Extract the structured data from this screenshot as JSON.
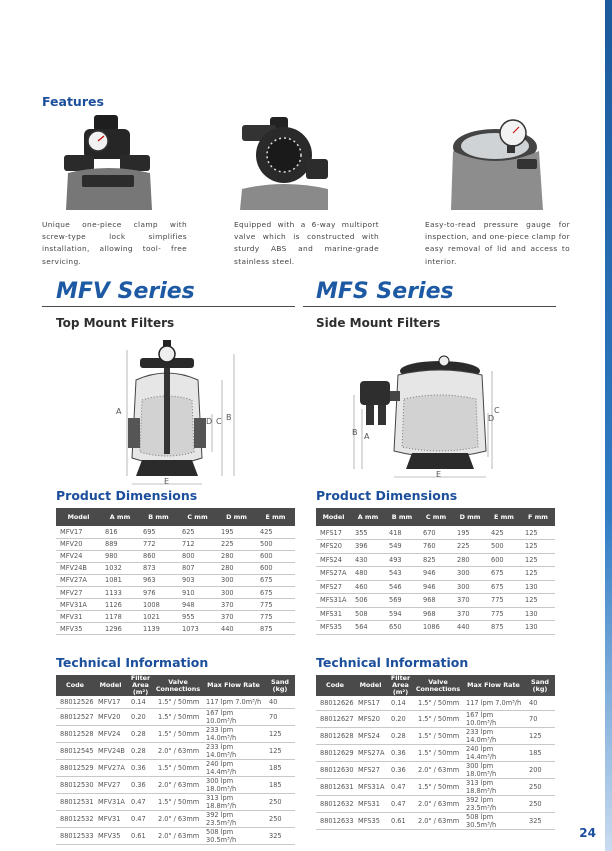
{
  "features": {
    "heading": "Features",
    "items": [
      {
        "text": "Unique one-piece clamp with screw-type lock simplifies installation, allowing tool- free servicing."
      },
      {
        "text": "Equipped with a 6-way multiport valve which is constructed with sturdy ABS and marine-grade stainless steel."
      },
      {
        "text": "Easy-to-read pressure gauge for inspection, and one-piece clamp for easy removal of lid and access to interior."
      }
    ]
  },
  "mfv": {
    "title": "MFV Series",
    "subtitle": "Top Mount Filters",
    "diagram_labels": {
      "a": "A",
      "b": "B",
      "c": "C",
      "d": "D",
      "e": "E"
    },
    "dimensions": {
      "heading": "Product Dimensions",
      "columns": [
        "Model",
        "A mm",
        "B mm",
        "C mm",
        "D mm",
        "E mm"
      ],
      "rows": [
        [
          "MFV17",
          "816",
          "695",
          "625",
          "195",
          "425"
        ],
        [
          "MFV20",
          "889",
          "772",
          "712",
          "225",
          "500"
        ],
        [
          "MFV24",
          "980",
          "860",
          "800",
          "280",
          "600"
        ],
        [
          "MFV24B",
          "1032",
          "873",
          "807",
          "280",
          "600"
        ],
        [
          "MFV27A",
          "1081",
          "963",
          "903",
          "300",
          "675"
        ],
        [
          "MFV27",
          "1133",
          "976",
          "910",
          "300",
          "675"
        ],
        [
          "MFV31A",
          "1126",
          "1008",
          "948",
          "370",
          "775"
        ],
        [
          "MFV31",
          "1178",
          "1021",
          "955",
          "370",
          "775"
        ],
        [
          "MFV35",
          "1296",
          "1139",
          "1073",
          "440",
          "875"
        ]
      ]
    },
    "technical": {
      "heading": "Technical Information",
      "columns": [
        "Code",
        "Model",
        "Filter Area (m²)",
        "Valve Connections",
        "Max Flow Rate",
        "Sand (kg)"
      ],
      "rows": [
        [
          "88012526",
          "MFV17",
          "0.14",
          "1.5\" / 50mm",
          "117 lpm  7.0m³/h",
          "40"
        ],
        [
          "88012527",
          "MFV20",
          "0.20",
          "1.5\" / 50mm",
          "167 lpm  10.0m³/h",
          "70"
        ],
        [
          "88012528",
          "MFV24",
          "0.28",
          "1.5\" / 50mm",
          "233 lpm  14.0m³/h",
          "125"
        ],
        [
          "88012545",
          "MFV24B",
          "0.28",
          "2.0\" / 63mm",
          "233 lpm  14.0m³/h",
          "125"
        ],
        [
          "88012529",
          "MFV27A",
          "0.36",
          "1.5\" / 50mm",
          "240 lpm  14.4m³/h",
          "185"
        ],
        [
          "88012530",
          "MFV27",
          "0.36",
          "2.0\" / 63mm",
          "300 lpm  18.0m³/h",
          "185"
        ],
        [
          "88012531",
          "MFV31A",
          "0.47",
          "1.5\" / 50mm",
          "313 lpm  18.8m³/h",
          "250"
        ],
        [
          "88012532",
          "MFV31",
          "0.47",
          "2.0\" / 63mm",
          "392 lpm  23.5m³/h",
          "250"
        ],
        [
          "88012533",
          "MFV35",
          "0.61",
          "2.0\" / 63mm",
          "508 lpm  30.5m³/h",
          "325"
        ]
      ]
    }
  },
  "mfs": {
    "title": "MFS Series",
    "subtitle": "Side Mount Filters",
    "diagram_labels": {
      "a": "A",
      "b": "B",
      "c": "C",
      "d": "D",
      "e": "E"
    },
    "dimensions": {
      "heading": "Product Dimensions",
      "columns": [
        "Model",
        "A mm",
        "B mm",
        "C mm",
        "D mm",
        "E mm",
        "F mm"
      ],
      "rows": [
        [
          "MFS17",
          "355",
          "418",
          "670",
          "195",
          "425",
          "125"
        ],
        [
          "MFS20",
          "396",
          "549",
          "760",
          "225",
          "500",
          "125"
        ],
        [
          "MFS24",
          "430",
          "493",
          "825",
          "280",
          "600",
          "125"
        ],
        [
          "MFS27A",
          "480",
          "543",
          "946",
          "300",
          "675",
          "125"
        ],
        [
          "MFS27",
          "460",
          "546",
          "946",
          "300",
          "675",
          "130"
        ],
        [
          "MFS31A",
          "506",
          "569",
          "968",
          "370",
          "775",
          "125"
        ],
        [
          "MFS31",
          "508",
          "594",
          "968",
          "370",
          "775",
          "130"
        ],
        [
          "MFS35",
          "564",
          "650",
          "1086",
          "440",
          "875",
          "130"
        ]
      ]
    },
    "technical": {
      "heading": "Technical Information",
      "columns": [
        "Code",
        "Model",
        "Filter Area (m²)",
        "Valve Connections",
        "Max Flow Rate",
        "Sand (kg)"
      ],
      "rows": [
        [
          "88012626",
          "MFS17",
          "0.14",
          "1.5\" / 50mm",
          "117 lpm  7.0m³/h",
          "40"
        ],
        [
          "88012627",
          "MFS20",
          "0.20",
          "1.5\" / 50mm",
          "167 lpm  10.0m³/h",
          "70"
        ],
        [
          "88012628",
          "MFS24",
          "0.28",
          "1.5\" / 50mm",
          "233 lpm  14.0m³/h",
          "125"
        ],
        [
          "88012629",
          "MFS27A",
          "0.36",
          "1.5\" / 50mm",
          "240 lpm  14.4m³/h",
          "185"
        ],
        [
          "88012630",
          "MFS27",
          "0.36",
          "2.0\" / 63mm",
          "300 lpm  18.0m³/h",
          "200"
        ],
        [
          "88012631",
          "MFS31A",
          "0.47",
          "1.5\" / 50mm",
          "313 lpm  18.8m³/h",
          "250"
        ],
        [
          "88012632",
          "MFS31",
          "0.47",
          "2.0\" / 63mm",
          "392 lpm  23.5m³/h",
          "250"
        ],
        [
          "88012633",
          "MFS35",
          "0.61",
          "2.0\" / 63mm",
          "508 lpm  30.5m³/h",
          "325"
        ]
      ]
    }
  },
  "page_number": "24",
  "colors": {
    "accent": "#1d5aa3",
    "header_bg": "#4a4a4a"
  }
}
